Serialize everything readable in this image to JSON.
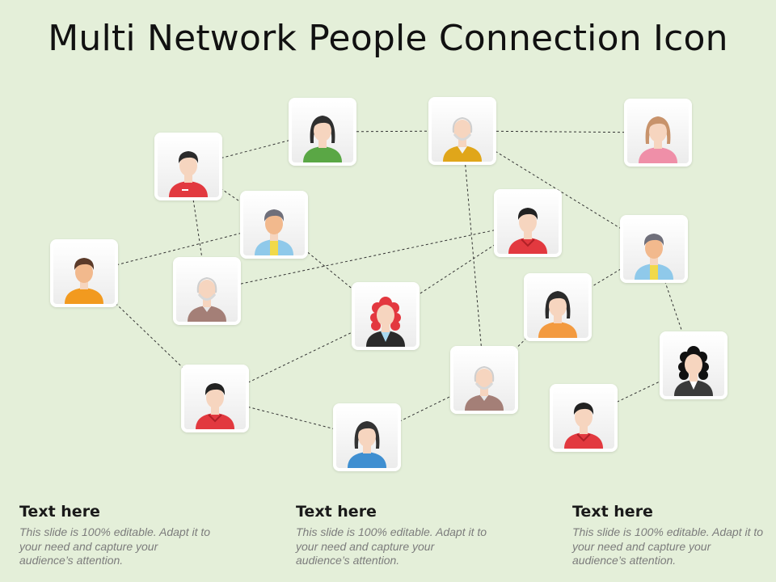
{
  "title": "Multi Network People Connection Icon",
  "colors": {
    "background": "#e4efd9",
    "connector": "#333333",
    "skin": "#f6d5bf",
    "skin_warm": "#f2b98d"
  },
  "people": [
    {
      "icon": "man-red-shirt-icon"
    },
    {
      "icon": "woman-green-top-icon"
    },
    {
      "icon": "bald-man-yellow-jacket-icon"
    },
    {
      "icon": "woman-pink-top-icon"
    },
    {
      "icon": "man-blue-jacket-icon"
    },
    {
      "icon": "man-red-hoodie-icon"
    },
    {
      "icon": "man-orange-shirt-icon"
    },
    {
      "icon": "bald-man-brown-jacket-icon"
    },
    {
      "icon": "man-blue-jacket-icon"
    },
    {
      "icon": "woman-red-hair-black-jacket-icon"
    },
    {
      "icon": "woman-orange-top-icon"
    },
    {
      "icon": "man-red-hoodie-icon"
    },
    {
      "icon": "bald-man-brown-jacket-icon"
    },
    {
      "icon": "woman-curly-hair-icon"
    },
    {
      "icon": "woman-blue-top-icon"
    },
    {
      "icon": "man-red-hoodie-icon"
    }
  ],
  "connections": [
    [
      0,
      1
    ],
    [
      0,
      4
    ],
    [
      0,
      7
    ],
    [
      1,
      2
    ],
    [
      2,
      3
    ],
    [
      2,
      8
    ],
    [
      2,
      12
    ],
    [
      4,
      6
    ],
    [
      4,
      9
    ],
    [
      5,
      7
    ],
    [
      5,
      9
    ],
    [
      6,
      11
    ],
    [
      8,
      10
    ],
    [
      8,
      13
    ],
    [
      9,
      11
    ],
    [
      10,
      12
    ],
    [
      11,
      14
    ],
    [
      12,
      14
    ],
    [
      13,
      15
    ]
  ],
  "columns": [
    {
      "heading": "Text here",
      "body": "This slide is 100% editable.  Adapt it to your need and capture your audience’s attention."
    },
    {
      "heading": "Text here",
      "body": "This slide is 100% editable.  Adapt it to your need and capture your audience’s attention."
    },
    {
      "heading": "Text here",
      "body": "This slide is 100% editable.  Adapt it to your need and capture your audience’s attention."
    }
  ]
}
